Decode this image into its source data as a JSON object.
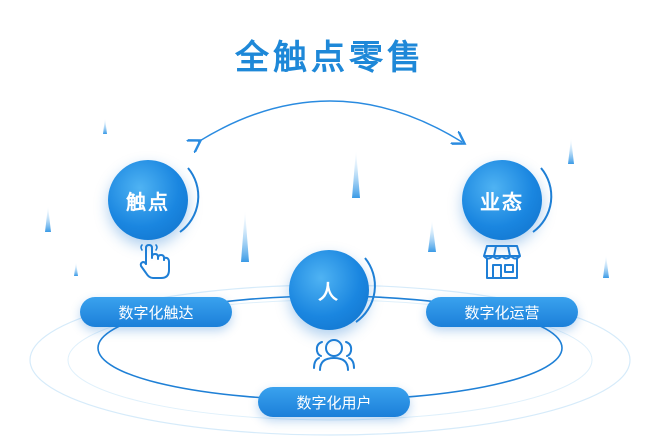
{
  "title": "全触点零售",
  "nodes": {
    "touchpoint": {
      "label": "触点",
      "tag": "数字化触达",
      "icon": "hand-pointer-icon"
    },
    "person": {
      "label": "人",
      "tag": "数字化用户",
      "icon": "users-icon"
    },
    "business": {
      "label": "业态",
      "tag": "数字化运营",
      "icon": "storefront-icon"
    }
  },
  "colors": {
    "primary": "#1a86e0",
    "title": "#1e88d8",
    "line": "#8ec9f2"
  }
}
